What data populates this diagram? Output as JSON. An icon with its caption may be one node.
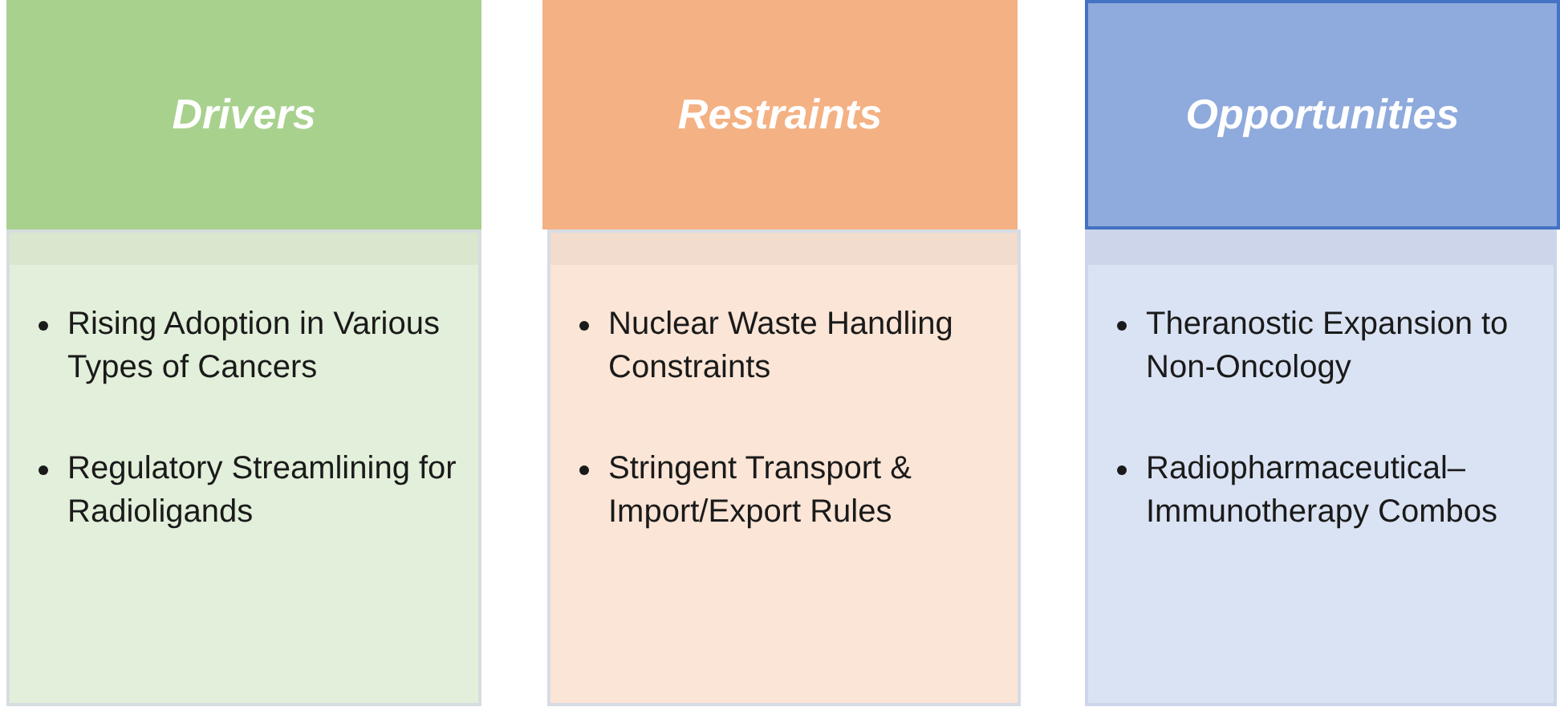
{
  "diagram": {
    "nodes": [
      {
        "text": [
          "Drivers"
        ]
      },
      {
        "text": [
          "Rising Adoption in Various Types of Cancers",
          "Regulatory Streamlining for Radioligands"
        ]
      },
      {
        "text": [
          "Restraints"
        ]
      },
      {
        "text": [
          "Nuclear Waste Handling Constraints",
          "Stringent Transport & Import/Export Rules"
        ]
      },
      {
        "text": [
          "Opportunities"
        ]
      },
      {
        "text": [
          "Theranostic Expansion to Non-Oncology",
          "Radiopharmaceutical–Immunotherapy Combos"
        ]
      }
    ]
  }
}
